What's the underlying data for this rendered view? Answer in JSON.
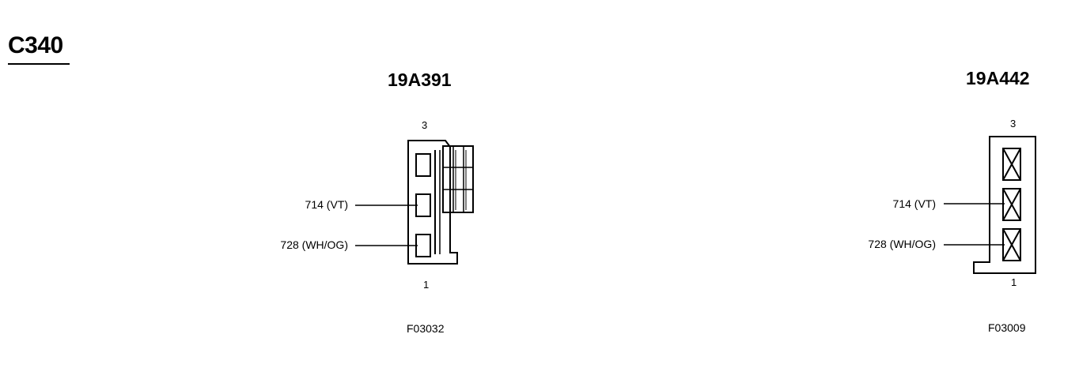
{
  "page": {
    "connector_id": "C340"
  },
  "views": [
    {
      "part_number": "19A391",
      "pin_top": "3",
      "pin_bottom": "1",
      "wires": [
        {
          "label": "714 (VT)"
        },
        {
          "label": "728 (WH/OG)"
        }
      ],
      "figure_code": "F03032"
    },
    {
      "part_number": "19A442",
      "pin_top": "3",
      "pin_bottom": "1",
      "wires": [
        {
          "label": "714 (VT)"
        },
        {
          "label": "728 (WH/OG)"
        }
      ],
      "figure_code": "F03009"
    }
  ]
}
